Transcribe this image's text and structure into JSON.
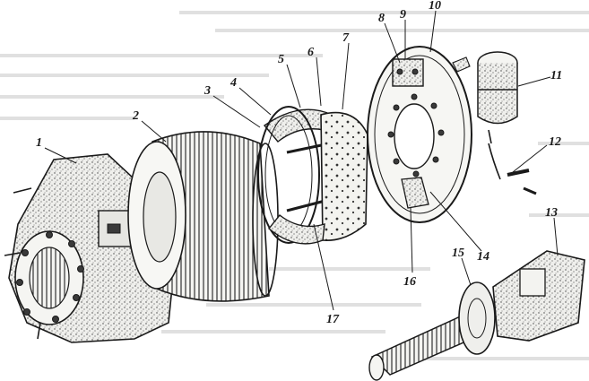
{
  "figure": {
    "callouts": [
      {
        "id": "callout-1",
        "label": "1"
      },
      {
        "id": "callout-2",
        "label": "2"
      },
      {
        "id": "callout-3",
        "label": "3"
      },
      {
        "id": "callout-4",
        "label": "4"
      },
      {
        "id": "callout-5",
        "label": "5"
      },
      {
        "id": "callout-6",
        "label": "6"
      },
      {
        "id": "callout-7",
        "label": "7"
      },
      {
        "id": "callout-8",
        "label": "8"
      },
      {
        "id": "callout-9",
        "label": "9"
      },
      {
        "id": "callout-10",
        "label": "10"
      },
      {
        "id": "callout-11",
        "label": "11"
      },
      {
        "id": "callout-12",
        "label": "12"
      },
      {
        "id": "callout-13",
        "label": "13"
      },
      {
        "id": "callout-14",
        "label": "14"
      },
      {
        "id": "callout-15",
        "label": "15"
      },
      {
        "id": "callout-16",
        "label": "16"
      },
      {
        "id": "callout-17",
        "label": "17"
      }
    ],
    "colors": {
      "ink": "#1a1a1a",
      "paper": "#ffffff",
      "bleed_text": "#c8c8c8"
    }
  }
}
